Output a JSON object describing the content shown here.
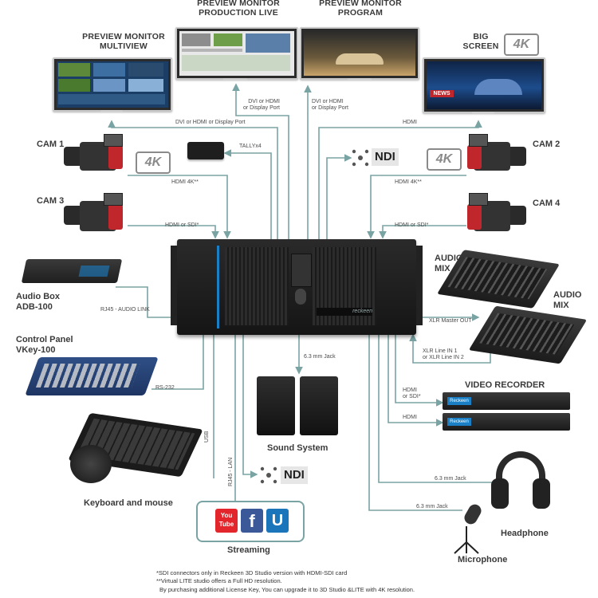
{
  "monitors": {
    "multiview": "PREVIEW MONITOR\nMULTIVIEW",
    "production_live": "PREVIEW MONITOR\nPRODUCTION LIVE",
    "program": "PREVIEW MONITOR\nPROGRAM",
    "big_screen": "BIG\nSCREEN",
    "badge_4k": "4K",
    "news_text": "NEWS"
  },
  "connections": {
    "dvi_hdmi_dp_wide": "DVI or HDMI or Display Port",
    "dvi_hdmi_dp_live": "DVI or HDMI\nor Display Port",
    "dvi_hdmi_dp_program": "DVI or HDMI\nor Display Port",
    "hdmi_big": "HDMI",
    "tally": "TALLYx4",
    "hdmi4k_left": "HDMI 4K**",
    "hdmi_sdi_left": "HDMI or SDI*",
    "hdmi4k_right": "HDMI 4K**",
    "hdmi_sdi_right": "HDMI or SDI*",
    "rj45_audio": "RJ45 - AUDIO LINK",
    "rs232": "RS-232",
    "jack_sound": "6.3 mm Jack",
    "xlr_out": "XLR Master OUT",
    "xlr_in": "XLR Line IN 1\nor XLR Line IN 2",
    "hdmi_sdi_recorder": "HDMI\nor SDI*",
    "hdmi_recorder": "HDMI",
    "jack_headphone": "6.3 mm Jack",
    "jack_mic": "6.3 mm Jack",
    "usb": "USB",
    "rj45_lan": "RJ45 - LAN"
  },
  "devices": {
    "cam1": "CAM 1",
    "cam2": "CAM 2",
    "cam3": "CAM 3",
    "cam4": "CAM 4",
    "ndi": "NDI",
    "audio_box": "Audio Box\nADB-100",
    "control_panel": "Control Panel\nVKey-100",
    "keyboard": "Keyboard and mouse",
    "sound_system": "Sound System",
    "audio_mix": "AUDIO\nMIX",
    "video_recorder": "VIDEO RECORDER",
    "headphone": "Headphone",
    "microphone": "Microphone",
    "streaming": "Streaming",
    "server_brand": "reckeen",
    "recorder_brand": "Reckeen"
  },
  "streaming_icons": {
    "youtube_top": "You",
    "youtube_bottom": "Tube",
    "facebook": "f",
    "ustream": "U"
  },
  "colors": {
    "line": "#7aa3a3",
    "accent_blue": "#1a7fc4",
    "youtube_red": "#e3262b",
    "facebook_blue": "#3b5998",
    "ustream_blue": "#1b75bb",
    "cam_red": "#c0272d"
  },
  "footnotes": [
    "*SDI connectors only in Reckeen 3D Studio version with HDMI-SDI card",
    "**Virtual LITE studio offers a Full HD resolution.",
    "By purchasing additional License Key, You can upgrade it to 3D Studio &LITE with 4K resolution."
  ]
}
